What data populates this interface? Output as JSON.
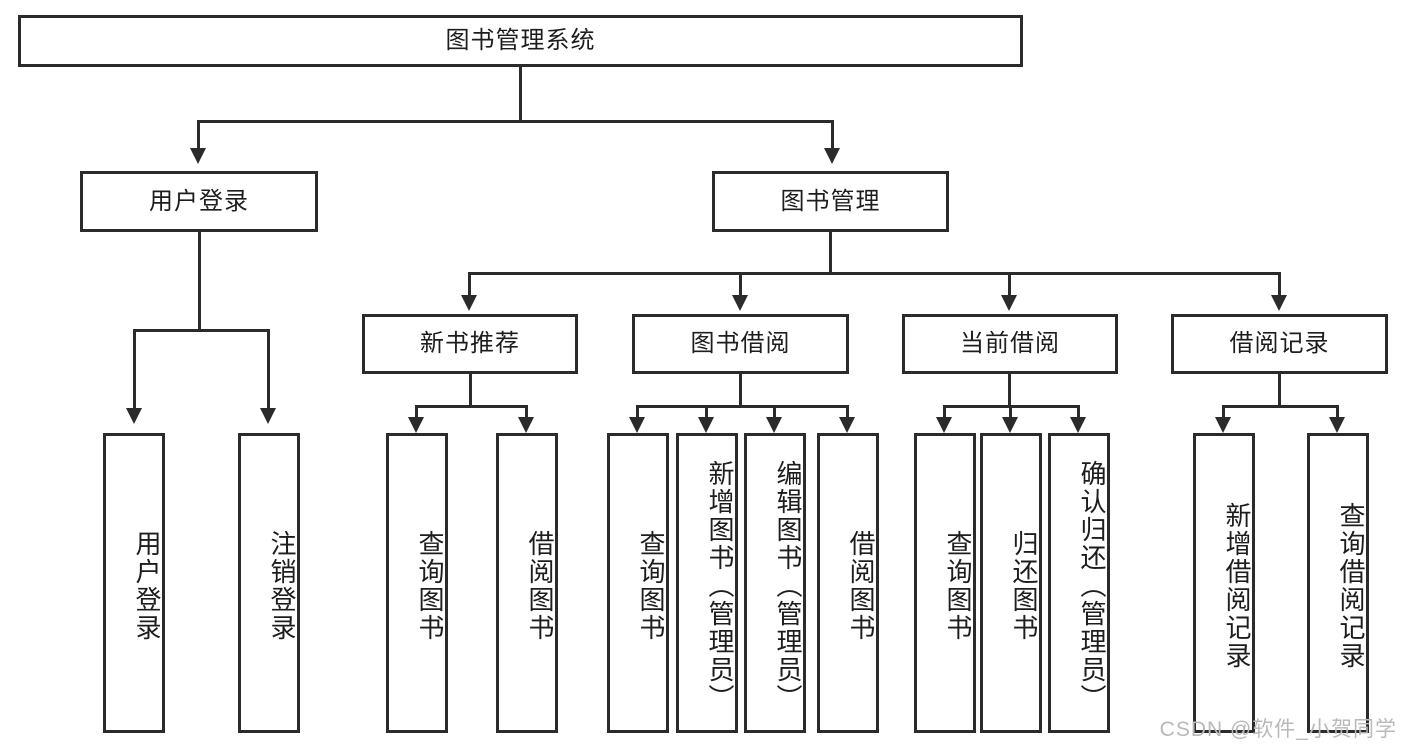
{
  "diagram": {
    "title": "图书管理系统",
    "type": "tree-structure-chart",
    "root": {
      "label": "图书管理系统"
    },
    "level2": [
      {
        "id": "user-login",
        "label": "用户登录"
      },
      {
        "id": "book-manage",
        "label": "图书管理"
      }
    ],
    "level3": [
      {
        "id": "new-book-recommend",
        "label": "新书推荐"
      },
      {
        "id": "book-borrow",
        "label": "图书借阅"
      },
      {
        "id": "current-borrow",
        "label": "当前借阅"
      },
      {
        "id": "borrow-record",
        "label": "借阅记录"
      }
    ],
    "leaves": {
      "user_login": [
        {
          "id": "leaf-user-login",
          "label": "用户登录"
        },
        {
          "id": "leaf-logout-login",
          "label": "注销登录"
        }
      ],
      "new_book_recommend": [
        {
          "id": "leaf-query-book-1",
          "label": "查询图书"
        },
        {
          "id": "leaf-borrow-book-1",
          "label": "借阅图书"
        }
      ],
      "book_borrow": [
        {
          "id": "leaf-query-book-2",
          "label": "查询图书"
        },
        {
          "id": "leaf-add-book",
          "label": "新增图书（管理员）"
        },
        {
          "id": "leaf-edit-book",
          "label": "编辑图书（管理员）"
        },
        {
          "id": "leaf-borrow-book-2",
          "label": "借阅图书"
        }
      ],
      "current_borrow": [
        {
          "id": "leaf-query-book-3",
          "label": "查询图书"
        },
        {
          "id": "leaf-return-book",
          "label": "归还图书"
        },
        {
          "id": "leaf-confirm-return",
          "label": "确认归还（管理员）"
        }
      ],
      "borrow_record": [
        {
          "id": "leaf-add-record",
          "label": "新增借阅记录"
        },
        {
          "id": "leaf-query-record",
          "label": "查询借阅记录"
        }
      ]
    }
  },
  "watermark": {
    "text": "CSDN @软件_小贺同学"
  },
  "colors": {
    "stroke": "#2b2b2b",
    "background": "#ffffff",
    "text": "#1d1d1d",
    "watermark": "#b9b9b9"
  }
}
